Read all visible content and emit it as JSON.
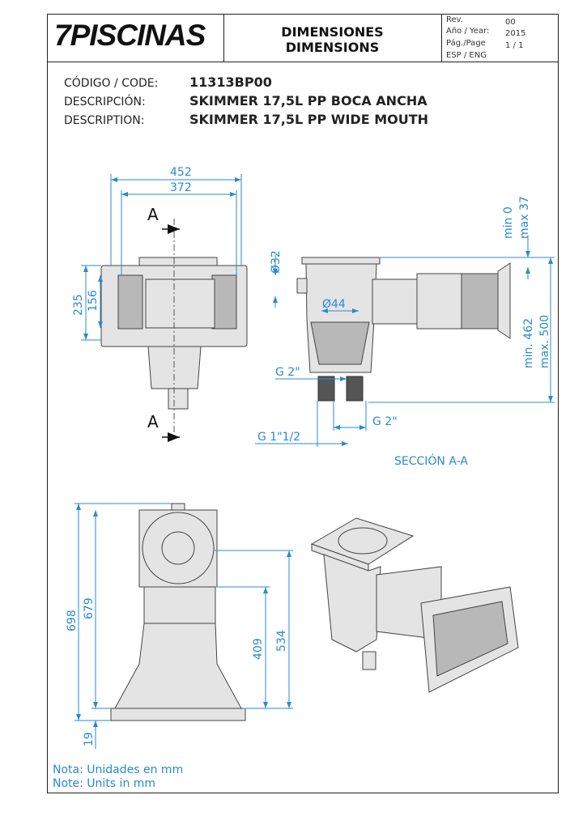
{
  "header": {
    "logo": "7PISCINAS",
    "title_es": "DIMENSIONES",
    "title_en": "DIMENSIONS",
    "rev_label": "Rev.",
    "rev_value": "00",
    "year_label": "Año / Year:",
    "year_value": "2015",
    "page_label": "Pág./Page",
    "page_value": "1 / 1",
    "lang_label": "ESP / ENG"
  },
  "product": {
    "code_label": "CÓDIGO / CODE:",
    "code": "11313BP00",
    "desc_es_label": "DESCRIPCIÓN:",
    "desc_es": "SKIMMER 17,5L PP BOCA ANCHA",
    "desc_en_label": "DESCRIPTION:",
    "desc_en": "SKIMMER 17,5L PP WIDE MOUTH"
  },
  "front_view": {
    "width_outer": "452",
    "width_inner": "372",
    "height_outer": "235",
    "height_inner": "156",
    "section_mark": "A"
  },
  "section_view": {
    "title": "SECCIÓN A-A",
    "d32": "Ø32",
    "d44": "Ø44",
    "g2_top": "G 2\"",
    "g2_bottom": "G 2\"",
    "g112": "G 1\"1/2",
    "min0": "min 0",
    "max37": "max 37",
    "min462": "min. 462",
    "max500": "max. 500"
  },
  "side_view": {
    "h698": "698",
    "h679": "679",
    "h534": "534",
    "h409": "409",
    "h19": "19"
  },
  "notes": {
    "es": "Nota: Unidades en mm",
    "en": "Note: Units in mm"
  }
}
